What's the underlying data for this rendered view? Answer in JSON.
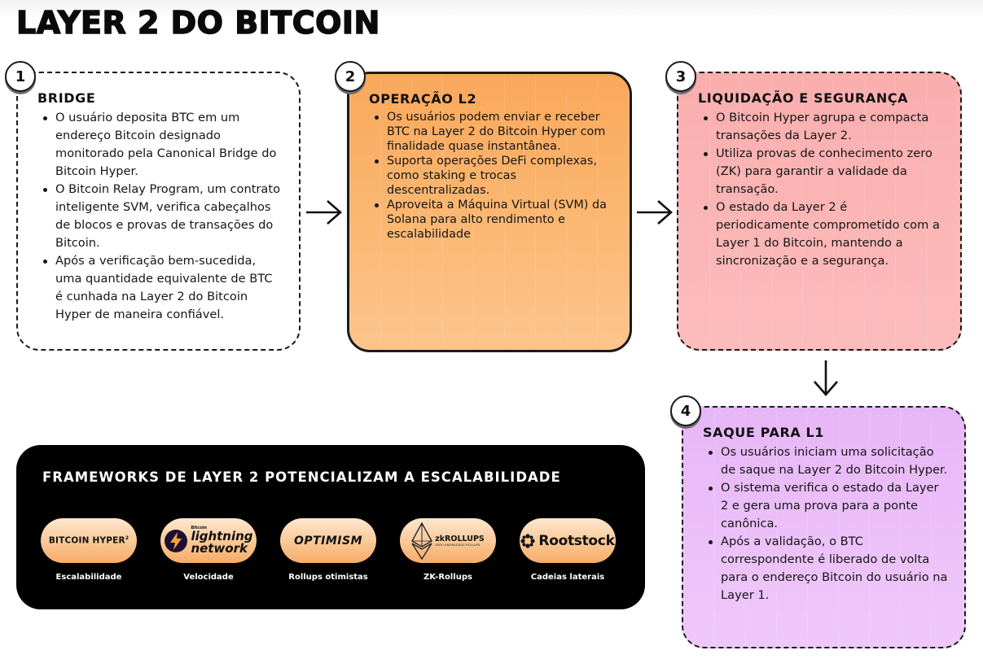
{
  "title": "LAYER 2 DO BITCOIN",
  "steps": [
    {
      "number": "1",
      "title": "BRIDGE",
      "bullets": [
        "O usuário deposita BTC em um endereço Bitcoin designado monitorado pela Canonical Bridge do Bitcoin Hyper.",
        "O Bitcoin Relay Program, um contrato inteligente SVM, verifica cabeçalhos de blocos e provas de transações do Bitcoin.",
        "Após a verificação bem-sucedida, uma quantidade equivalente de BTC é cunhada na Layer 2 do Bitcoin Hyper de maneira confiável."
      ]
    },
    {
      "number": "2",
      "title": "OPERAÇÃO L2",
      "bullets": [
        "Os usuários podem enviar e receber BTC na Layer 2 do Bitcoin Hyper com finalidade quase instantânea.",
        "Suporta operações DeFi complexas, como staking e trocas descentralizadas.",
        "Aproveita a Máquina Virtual (SVM) da Solana para alto rendimento e escalabilidade"
      ]
    },
    {
      "number": "3",
      "title": "LIQUIDAÇÃO E SEGURANÇA",
      "bullets": [
        "O Bitcoin Hyper agrupa e compacta transações da Layer 2.",
        "Utiliza provas de conhecimento zero (ZK) para garantir a validade da transação.",
        "O estado da Layer 2 é periodicamente comprometido com a Layer 1 do Bitcoin, mantendo a sincronização e a segurança."
      ]
    },
    {
      "number": "4",
      "title": "SAQUE PARA L1",
      "bullets": [
        "Os usuários iniciam uma solicitação de saque na Layer 2 do Bitcoin Hyper.",
        "O sistema verifica o estado da Layer 2 e gera uma prova para a ponte canônica.",
        "Após a validação, o BTC correspondente é liberado de volta para o endereço Bitcoin do usuário na Layer 1."
      ]
    }
  ],
  "frameworks": {
    "title": "FRAMEWORKS DE LAYER 2 POTENCIALIZAM A ESCALABILIDADE",
    "items": [
      {
        "logo_text": "BITCOIN HYPER",
        "logo_sup": "2",
        "caption": "Escalabilidade",
        "icon": "bitcoin-hyper-logo"
      },
      {
        "logo_small": "Bitcoin",
        "logo_text": "lightning",
        "logo_text2": "network",
        "caption": "Velocidade",
        "icon": "lightning-bolt-icon"
      },
      {
        "logo_text": "OPTIMISM",
        "caption": "Rollups otimistas",
        "icon": "optimism-logo"
      },
      {
        "logo_text": "zkROLLUPS",
        "logo_small": "ZERO KNOWLEDGE ROLLUPS",
        "caption": "ZK-Rollups",
        "icon": "ethereum-diamond-icon"
      },
      {
        "logo_text": "Rootstock",
        "caption": "Cadeias laterais",
        "icon": "rootstock-flower-icon"
      }
    ]
  },
  "colors": {
    "step1_bg": "#ffffff",
    "step2_bg": "#fbb873",
    "step3_bg": "#fcbcbc",
    "step4_bg": "#efc8fa",
    "frameworks_bg": "#000000",
    "pill_bg": "#f9c48f"
  }
}
